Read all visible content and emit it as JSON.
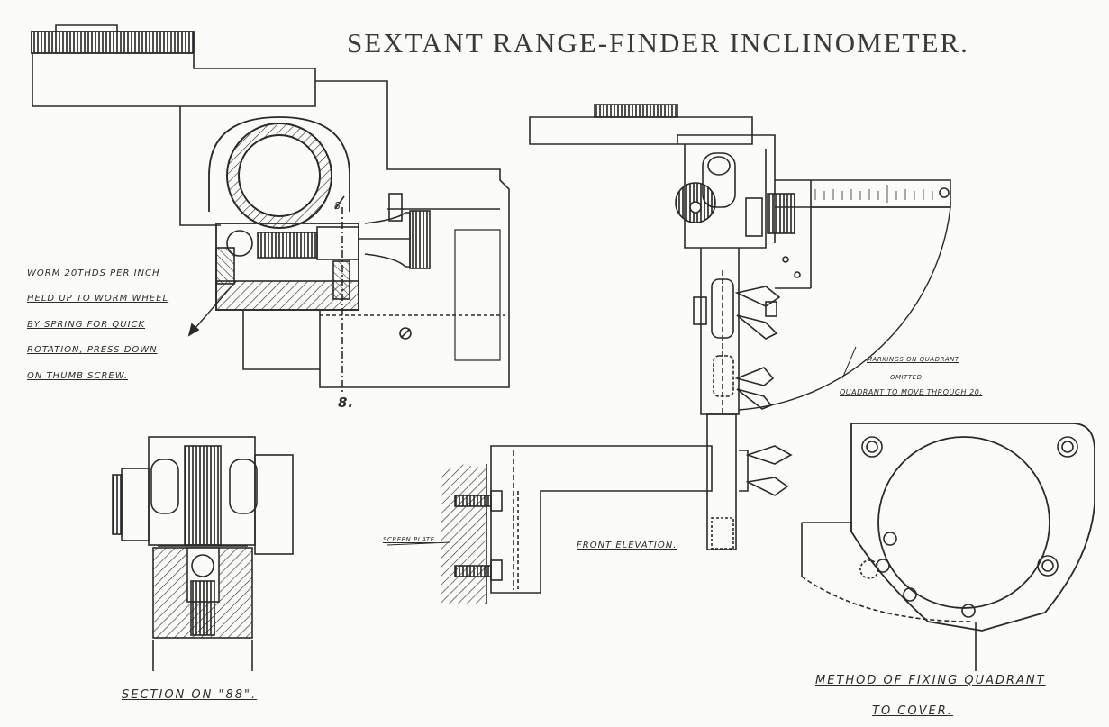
{
  "title": "SEXTANT RANGE-FINDER INCLINOMETER.",
  "worm_note": [
    "WORM 20THDS PER INCH",
    "HELD UP TO WORM WHEEL",
    "BY SPRING FOR QUICK",
    "ROTATION, PRESS DOWN",
    "ON THUMB SCREW."
  ],
  "section_marker": "8.",
  "section_marker_small": "8",
  "quadrant_note": {
    "line1": "MARKINGS ON QUADRANT",
    "line2": "OMITTED",
    "line3": "QUADRANT TO MOVE THROUGH 20."
  },
  "labels": {
    "screen_plate": "SCREEN PLATE",
    "front_elevation": "FRONT ELEVATION.",
    "section": "SECTION ON \"88\".",
    "method_line1": "METHOD OF FIXING QUADRANT",
    "method_line2": "TO COVER."
  },
  "colors": {
    "ink": "#2a2a2a",
    "paper": "#fbfbf7"
  }
}
